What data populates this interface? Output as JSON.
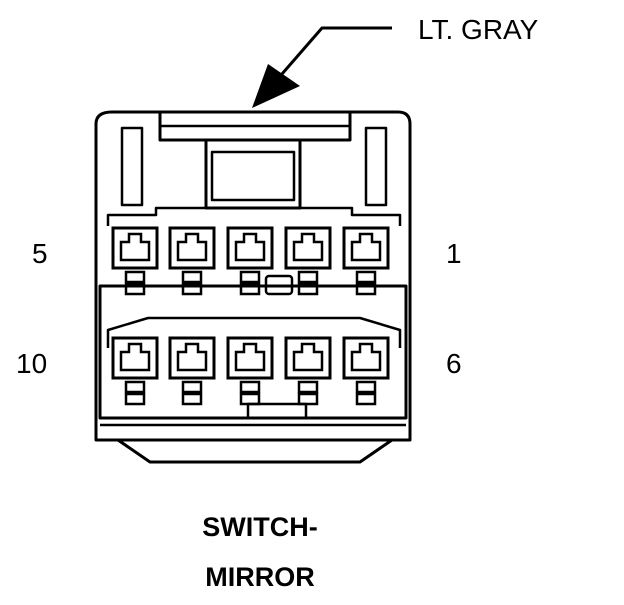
{
  "connector": {
    "color_label": "LT. GRAY",
    "name_line1": "SWITCH-",
    "name_line2": "MIRROR"
  },
  "pin_labels": {
    "top_left": "5",
    "top_right": "1",
    "bottom_left": "10",
    "bottom_right": "6"
  },
  "cavities": {
    "top_row_count": 5,
    "bottom_row_count": 5
  }
}
